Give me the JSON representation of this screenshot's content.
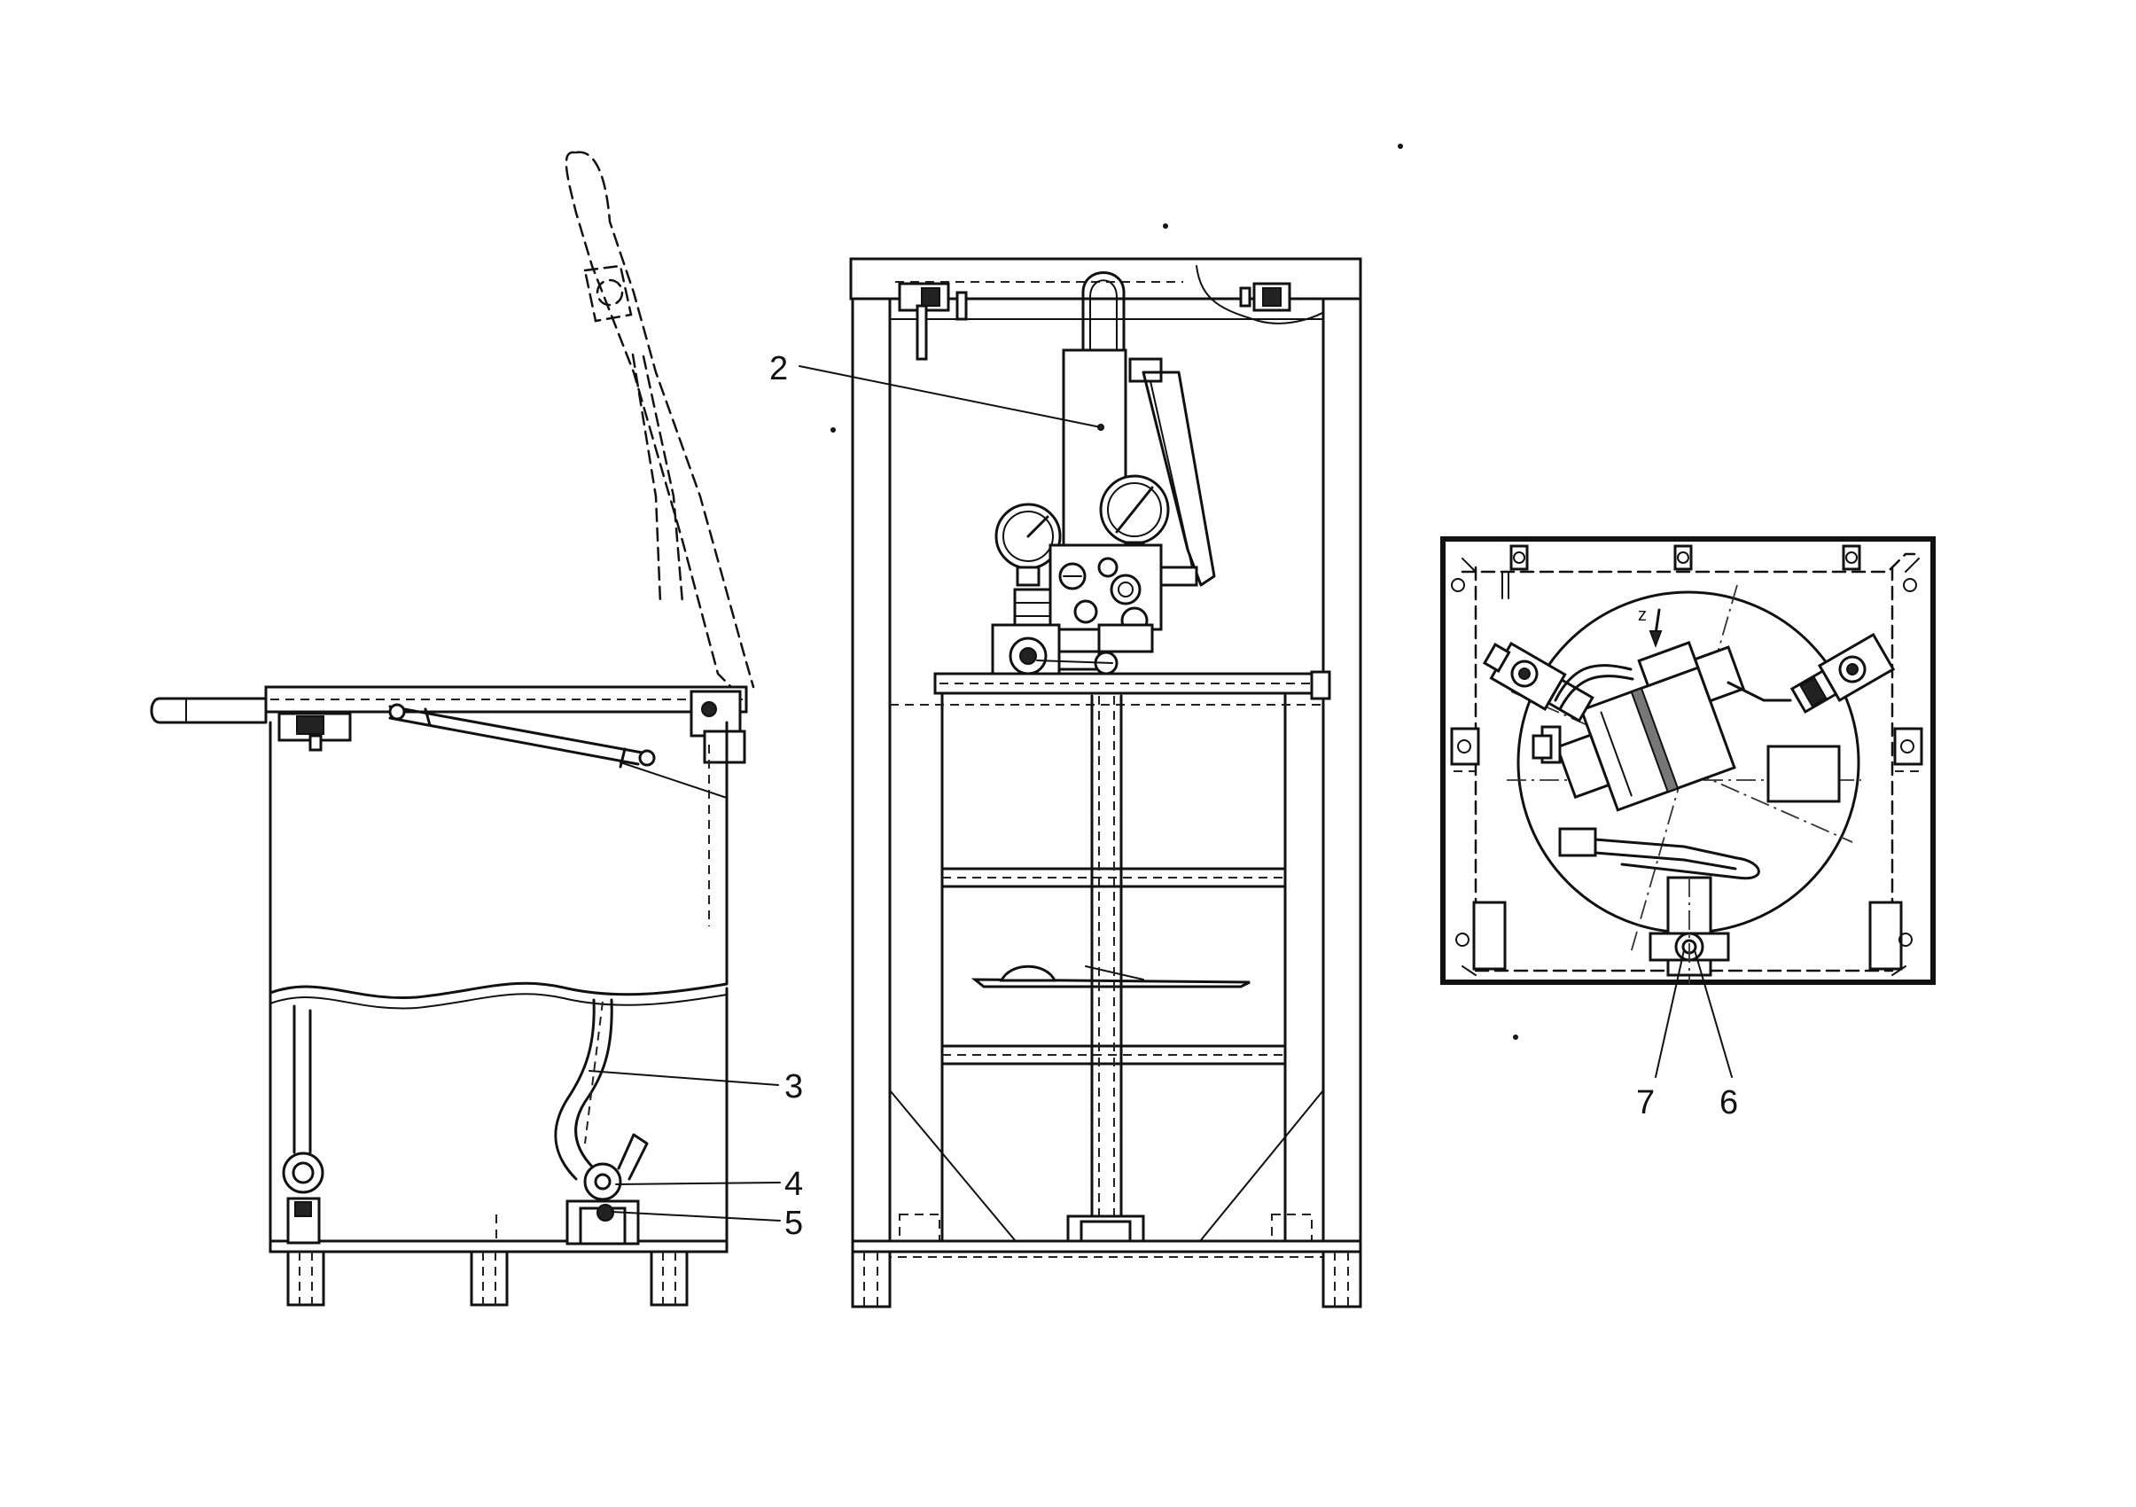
{
  "callouts": {
    "c2": "2",
    "c3": "3",
    "c4": "4",
    "c5": "5",
    "c6": "6",
    "c7": "7",
    "z": "z"
  }
}
